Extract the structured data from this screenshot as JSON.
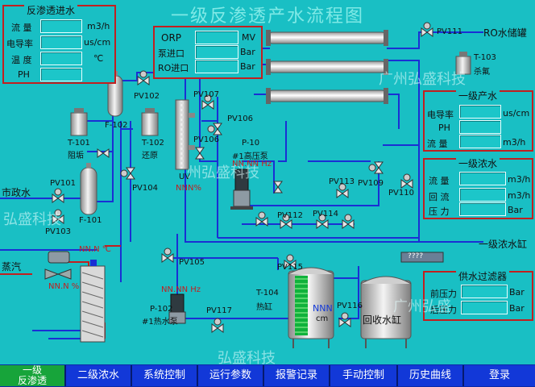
{
  "page_title": "一级反渗透产水流程图",
  "panel_inlet": {
    "title": "反渗透进水",
    "rows": [
      {
        "label": "流 量",
        "unit": "m3/h"
      },
      {
        "label": "电导率",
        "unit": "us/cm"
      },
      {
        "label": "温 度",
        "unit": "℃"
      },
      {
        "label": "PH",
        "unit": ""
      }
    ]
  },
  "panel_orp": {
    "rows": [
      {
        "label": "ORP",
        "unit": "MV"
      },
      {
        "label": "泵进口",
        "unit": "Bar"
      },
      {
        "label": "RO进口",
        "unit": "Bar"
      }
    ]
  },
  "panel_product": {
    "title": "一级产水",
    "rows": [
      {
        "label": "电导率",
        "unit": "us/cm"
      },
      {
        "label": "PH",
        "unit": ""
      },
      {
        "label": "流 量",
        "unit": "m3/h"
      }
    ]
  },
  "panel_conc": {
    "title": "一级浓水",
    "rows": [
      {
        "label": "流 量",
        "unit": "m3/h"
      },
      {
        "label": "回 流",
        "unit": "m3/h"
      },
      {
        "label": "压 力",
        "unit": "Bar"
      }
    ]
  },
  "panel_filter": {
    "title": "供水过滤器",
    "rows": [
      {
        "label": "前压力",
        "unit": "Bar"
      },
      {
        "label": "后压力",
        "unit": "Bar"
      }
    ]
  },
  "labels": {
    "pv111": "PV111",
    "ro_tank": "RO水储罐",
    "t103": "T-103",
    "t103b": "杀氟",
    "pv102": "PV102",
    "f102": "F-102",
    "t101": "T-101",
    "t101b": "阻垢",
    "t102": "T-102",
    "t102b": "还原",
    "pv107": "PV107",
    "pv106": "PV106",
    "p101": "P-10",
    "p101b": "#1高压泵",
    "p101_hz": "NN.NN Hz",
    "uv": "UV",
    "uv_pct": "NNN%",
    "pv104": "PV104",
    "pv101": "PV101",
    "f101": "F-101",
    "pv103": "PV103",
    "city_water": "市政水",
    "pv113": "PV113",
    "pv109": "PV109",
    "pv110": "PV110",
    "pv112": "PV112",
    "pv114": "PV114",
    "conc_tank": "一级浓水缸",
    "steam": "蒸汽",
    "temp_c": "NN.N ℃",
    "valve_pct": "NN.N %",
    "pv105": "PV105",
    "p102_hz": "NN.NN Hz",
    "p102": "P-102",
    "p102b": "#1热水泵",
    "pv117": "PV117",
    "pv115": "PV115",
    "t104": "T-104",
    "t104b": "热缸",
    "t104_level": "NNN",
    "t104_unit": "cm",
    "pv116": "PV116",
    "recycle_tank": "回收水缸",
    "heater_val": "????",
    "wm1": "弘盛科技",
    "wm2": "广州弘盛科技",
    "wm3": "州弘盛科技",
    "wm4": "弘盛科技",
    "wm5": "广州弘盛"
  },
  "nav": [
    {
      "label": "一级\n反渗透",
      "active": true
    },
    {
      "label": "二级浓水",
      "active": false
    },
    {
      "label": "系统控制",
      "active": false
    },
    {
      "label": "运行参数",
      "active": false
    },
    {
      "label": "报警记录",
      "active": false
    },
    {
      "label": "手动控制",
      "active": false
    },
    {
      "label": "历史曲线",
      "active": false
    },
    {
      "label": "登录",
      "active": false
    }
  ],
  "colors": {
    "background": "#19bfc4",
    "pipe_blue": "#1a2fd4",
    "pipe_red": "#c21f1f",
    "panel_border": "#c21f1f",
    "nav_bg": "#1238d8",
    "nav_active": "#17a43a"
  }
}
